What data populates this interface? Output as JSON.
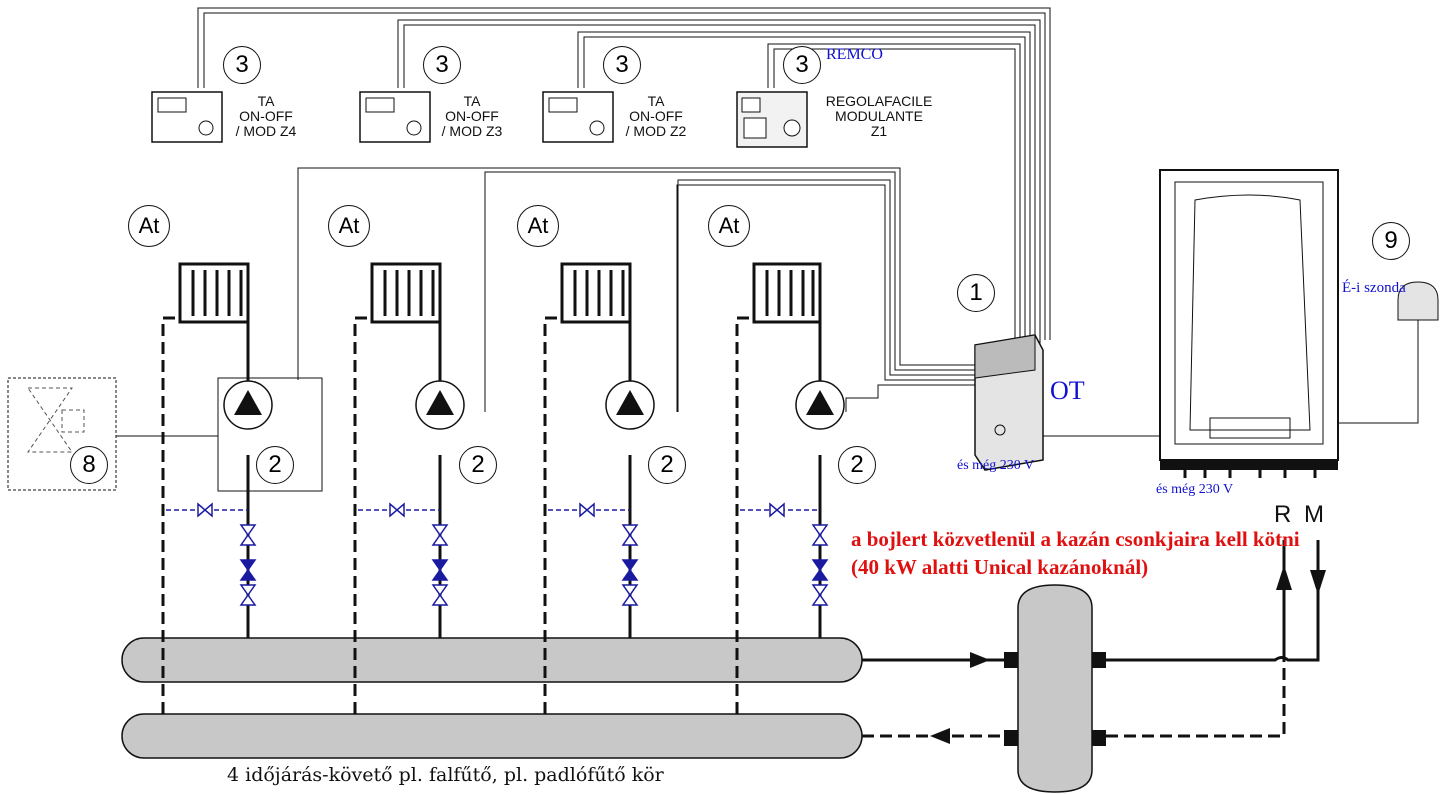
{
  "zone_controllers": [
    {
      "number": "3",
      "label_line1": "TA",
      "label_line2": "ON-OFF",
      "label_line3": "/ MOD Z4"
    },
    {
      "number": "3",
      "label_line1": "TA",
      "label_line2": "ON-OFF",
      "label_line3": "/ MOD Z3"
    },
    {
      "number": "3",
      "label_line1": "TA",
      "label_line2": "ON-OFF",
      "label_line3": "/ MOD Z2"
    },
    {
      "number": "3",
      "label_line1": "REGOLAFACILE",
      "label_line2": "MODULANTE",
      "label_line3": "Z1",
      "brand": "REMCO"
    }
  ],
  "circuits": [
    {
      "at": "At",
      "pump_number": "2"
    },
    {
      "at": "At",
      "pump_number": "2"
    },
    {
      "at": "At",
      "pump_number": "2"
    },
    {
      "at": "At",
      "pump_number": "2"
    }
  ],
  "zone_module": {
    "number": "1",
    "bus_label": "OT",
    "power_label": "és még 230 V"
  },
  "boiler": {
    "power_label": "és még 230 V",
    "return_label": "R",
    "flow_label": "M"
  },
  "outdoor_sensor": {
    "number": "9",
    "label": "É-i szonda"
  },
  "mixing_valve": {
    "number": "8"
  },
  "note": {
    "line1": "a bojlert közvetlenül a kazán csonkjaira kell kötni",
    "line2": "(40 kW alatti Unical kazánoknál)"
  },
  "caption": "4 időjárás-követő pl. falfűtő, pl. padlófűtő kör",
  "colors": {
    "note": "#e01010",
    "label_blue": "#1010d0",
    "header_fill": "#c8c8c8",
    "valve_blue": "#1a1aa0"
  }
}
